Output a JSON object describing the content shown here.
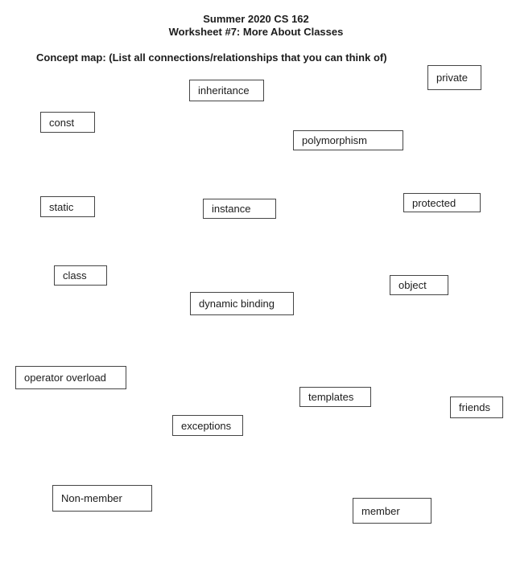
{
  "header": {
    "title_line1": "Summer 2020 CS 162",
    "title_line2": "Worksheet #7: More About Classes",
    "prompt": "Concept map: (List all connections/relationships that you can think of)"
  },
  "concepts": [
    {
      "label": "private"
    },
    {
      "label": "inheritance"
    },
    {
      "label": "const"
    },
    {
      "label": "polymorphism"
    },
    {
      "label": "static"
    },
    {
      "label": "instance"
    },
    {
      "label": "protected"
    },
    {
      "label": "class"
    },
    {
      "label": "object"
    },
    {
      "label": "dynamic binding"
    },
    {
      "label": "operator overload"
    },
    {
      "label": "templates"
    },
    {
      "label": "friends"
    },
    {
      "label": "exceptions"
    },
    {
      "label": "Non-member"
    },
    {
      "label": "member"
    }
  ],
  "colors": {
    "background": "#ffffff",
    "text": "#1c1c1c",
    "box_border": "#454545"
  }
}
